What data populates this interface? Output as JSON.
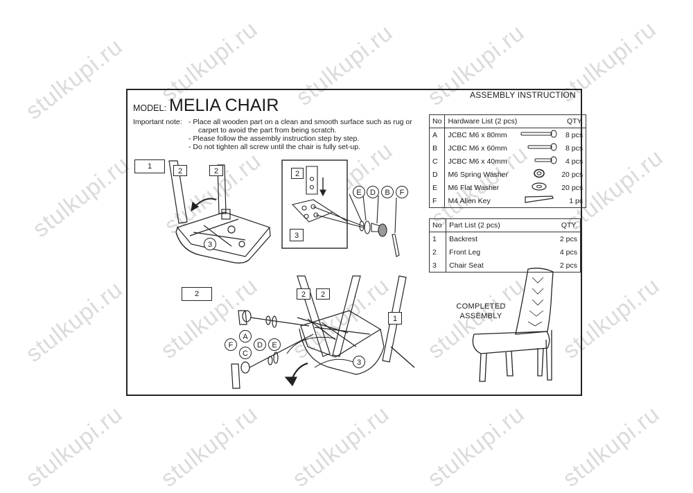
{
  "watermark": "stulkupi.ru",
  "header": {
    "assembly_instruction": "ASSEMBLY INSTRUCTION",
    "model_label": "MODEL:",
    "model_name": "MELIA CHAIR"
  },
  "notes": {
    "label": "Important note:",
    "items": [
      "- Place all wooden part on a clean and smooth surface such as rug or",
      "carpet to avoid the part from being scratch.",
      "- Please follow the assembly instruction step by step.",
      "- Do not tighten all screw until the chair is fully set-up."
    ]
  },
  "hardware": {
    "headers": {
      "no": "No",
      "name": "Hardware List (2 pcs)",
      "qty": "QTY."
    },
    "rows": [
      {
        "no": "A",
        "name": "JCBC M6 x 80mm",
        "qty": "8 pcs",
        "icon": "long-bolt-icon"
      },
      {
        "no": "B",
        "name": "JCBC M6 x 60mm",
        "qty": "8 pcs",
        "icon": "medium-bolt-icon"
      },
      {
        "no": "C",
        "name": "JCBC M6 x 40mm",
        "qty": "4 pcs",
        "icon": "short-bolt-icon"
      },
      {
        "no": "D",
        "name": "M6 Spring Washer",
        "qty": "20 pcs",
        "icon": "spring-washer-icon"
      },
      {
        "no": "E",
        "name": "M6 Flat Washer",
        "qty": "20 pcs",
        "icon": "flat-washer-icon"
      },
      {
        "no": "F",
        "name": "M4 Allen Key",
        "qty": "1 pc",
        "icon": "allen-key-icon"
      }
    ]
  },
  "parts": {
    "headers": {
      "no": "No",
      "name": "Part List (2 pcs)",
      "qty": "QTY."
    },
    "rows": [
      {
        "no": "1",
        "name": "Backrest",
        "qty": "2 pcs"
      },
      {
        "no": "2",
        "name": "Front Leg",
        "qty": "4 pcs"
      },
      {
        "no": "3",
        "name": "Chair Seat",
        "qty": "2 pcs"
      }
    ]
  },
  "steps": {
    "step1": "1",
    "step2": "2"
  },
  "callouts": {
    "leg": "2",
    "seat": "3",
    "backrest": "1",
    "zoom_leg": "2",
    "zoom_seat": "3",
    "E": "E",
    "D": "D",
    "B": "B",
    "F": "F",
    "A": "A",
    "C": "C"
  },
  "completed": {
    "line1": "COMPLETED",
    "line2": "ASSEMBLY"
  }
}
